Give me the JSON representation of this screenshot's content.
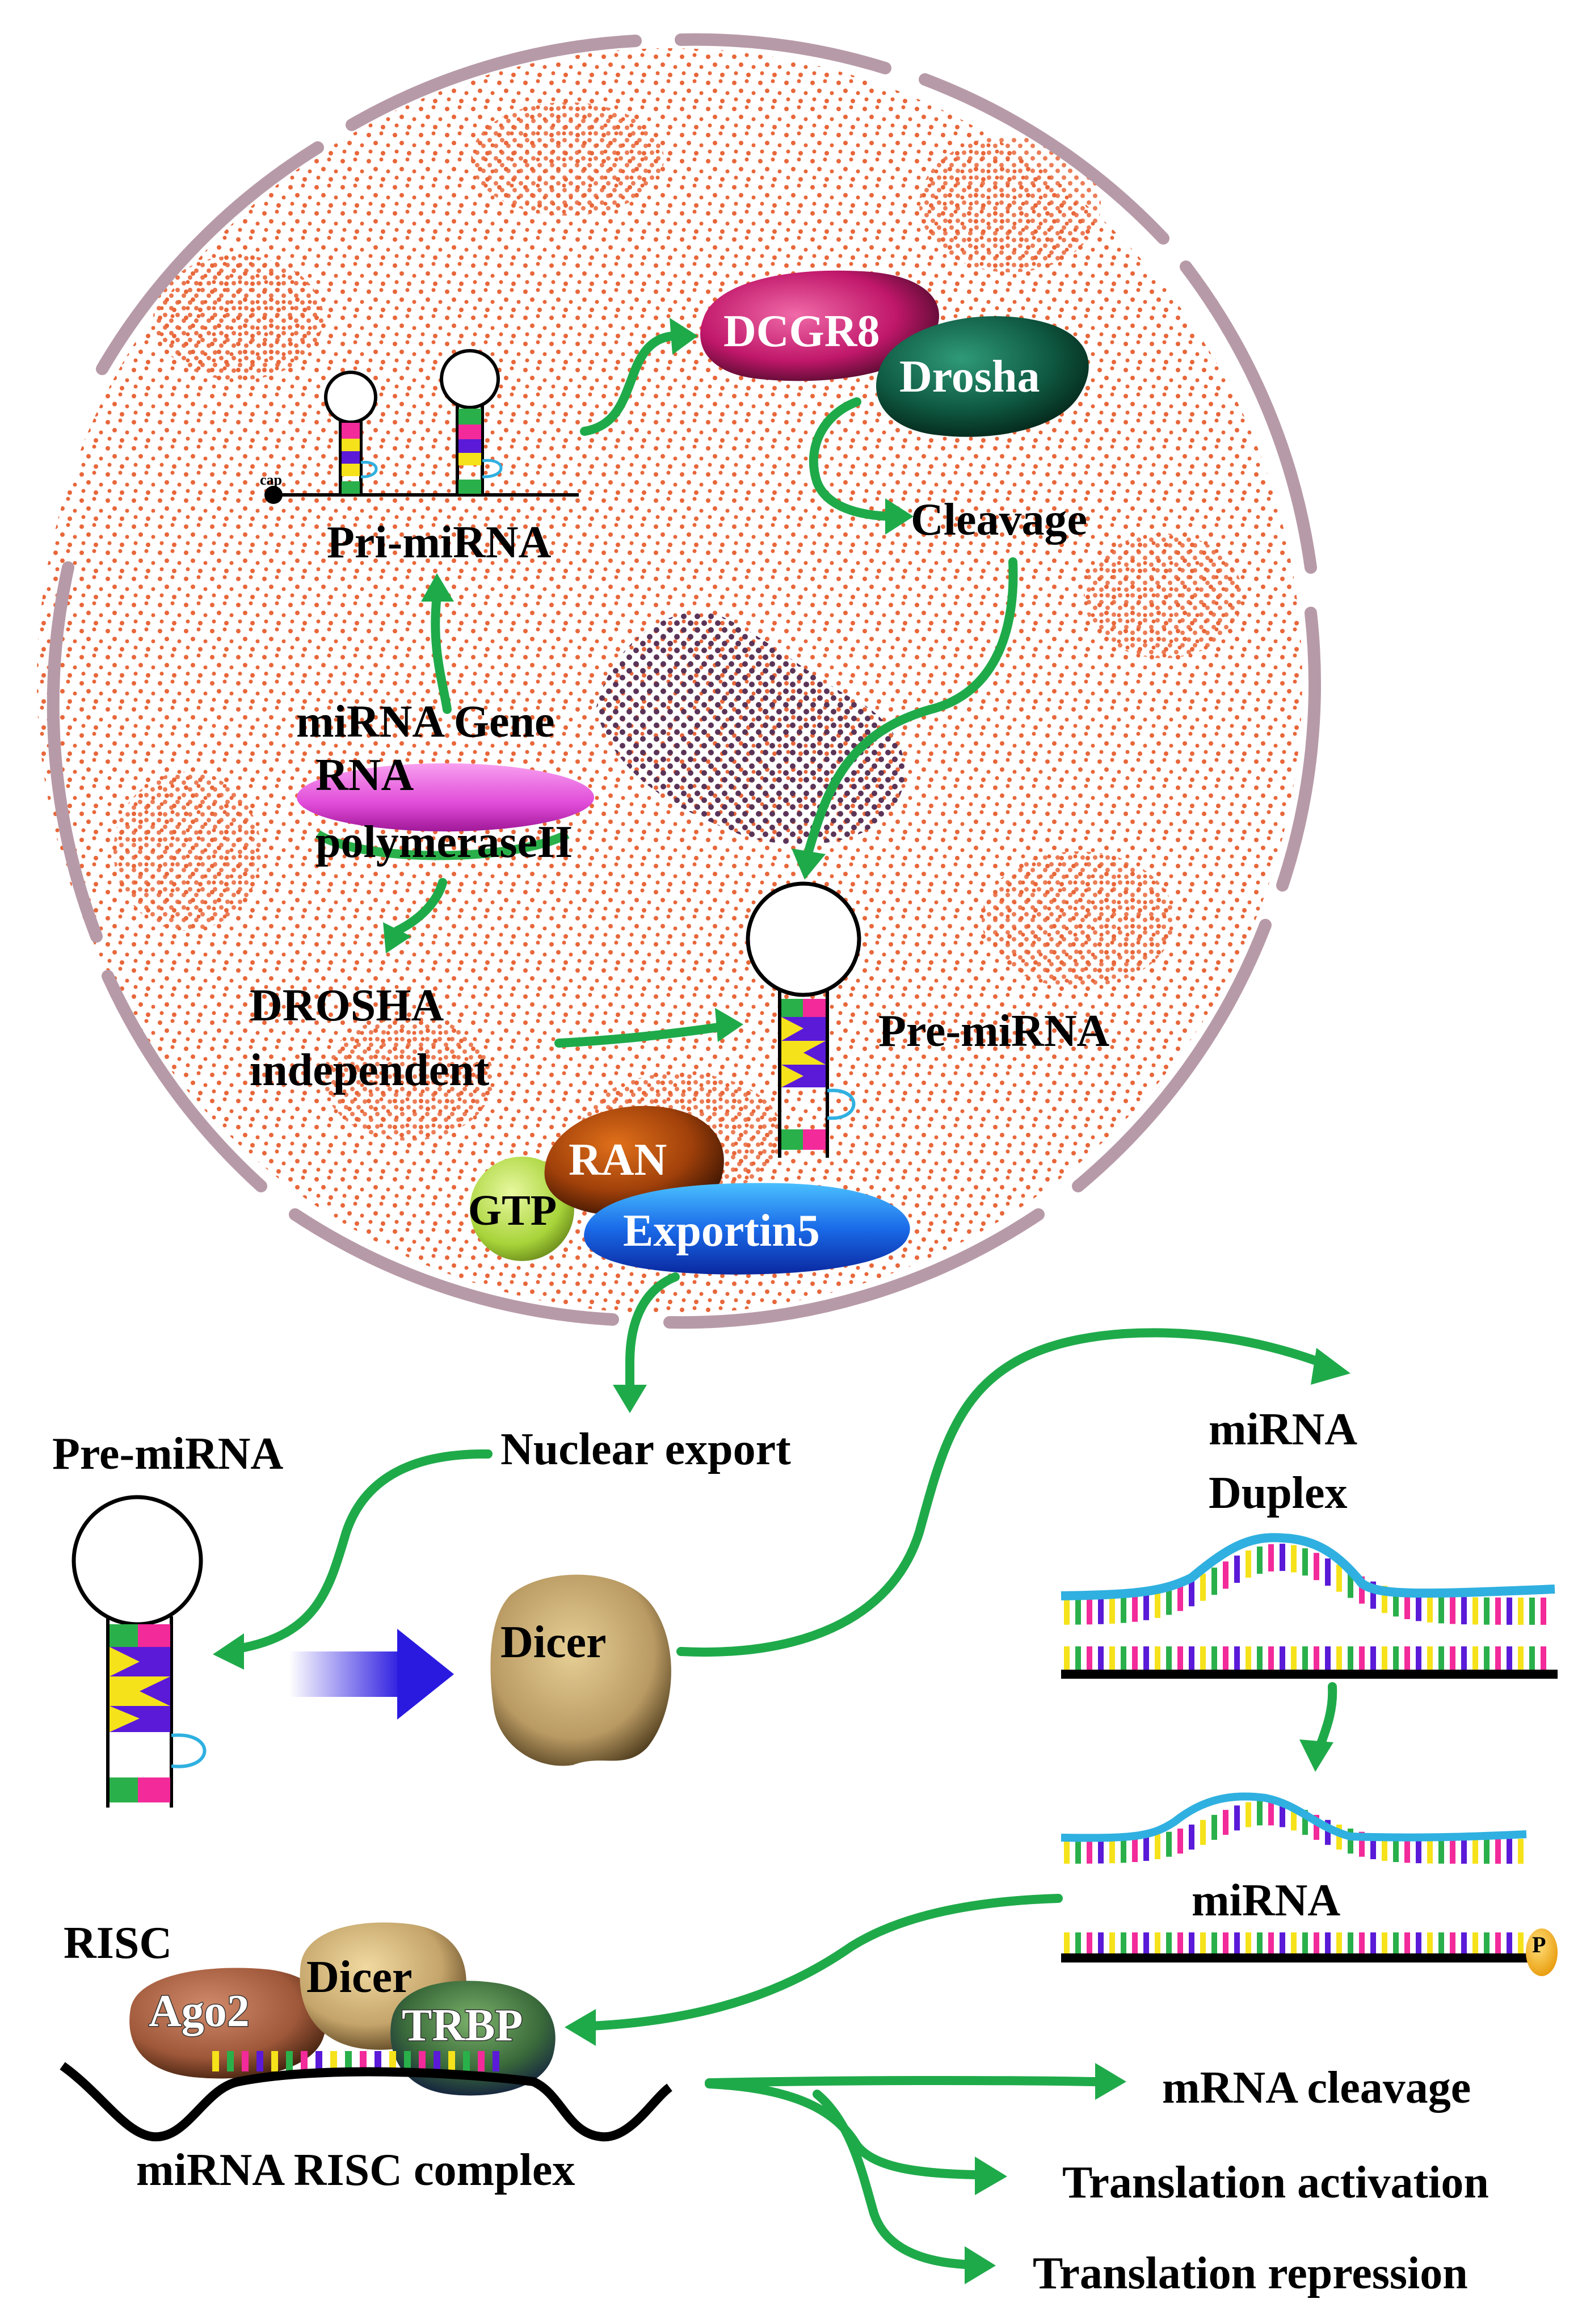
{
  "labels": {
    "pri_mirna": "Pri-miRNA",
    "cap": "cap",
    "dcgr8": "DCGR8",
    "drosha": "Drosha",
    "cleavage": "Cleavage",
    "mirna_gene": "miRNA Gene",
    "rna": "RNA",
    "polymerase": "polymeraseII",
    "drosha_independent_1": "DROSHA",
    "drosha_independent_2": "independent",
    "pre_mirna_nucleus": "Pre-miRNA",
    "ran": "RAN",
    "gtp": "GTP",
    "exportin5": "Exportin5",
    "nuclear_export": "Nuclear export",
    "pre_mirna_cytoplasm": "Pre-miRNA",
    "dicer": "Dicer",
    "mirna_duplex_1": "miRNA",
    "mirna_duplex_2": "Duplex",
    "mirna": "miRNA",
    "phosphate": "P",
    "risc": "RISC",
    "ago2": "Ago2",
    "risc_dicer": "Dicer",
    "trbp": "TRBP",
    "mirna_risc_complex": "miRNA RISC complex",
    "mrna_cleavage": "mRNA cleavage",
    "translation_activation": "Translation  activation",
    "translation_repression": "Translation  repression"
  },
  "colors": {
    "arrow": "#1faa4a",
    "nuclear_envelope": "#b79aa8",
    "nucleoplasm_dots": "#e8673a",
    "nucleolus": "#5a3458",
    "dcgr8": "#c0176a",
    "drosha": "#0f5a42",
    "ran": "#a0400a",
    "gtp": "#a8d43a",
    "exportin5": "#1a5cd8",
    "dicer": "#b99a63",
    "ago2": "#a0583a",
    "trbp": "#3a6a3a",
    "rna_polymerase": "#e04ad8",
    "duplex_backbone": "#2fb0e0",
    "phosphate": "#f2b01e",
    "block_arrow": "#2a1ae0"
  }
}
